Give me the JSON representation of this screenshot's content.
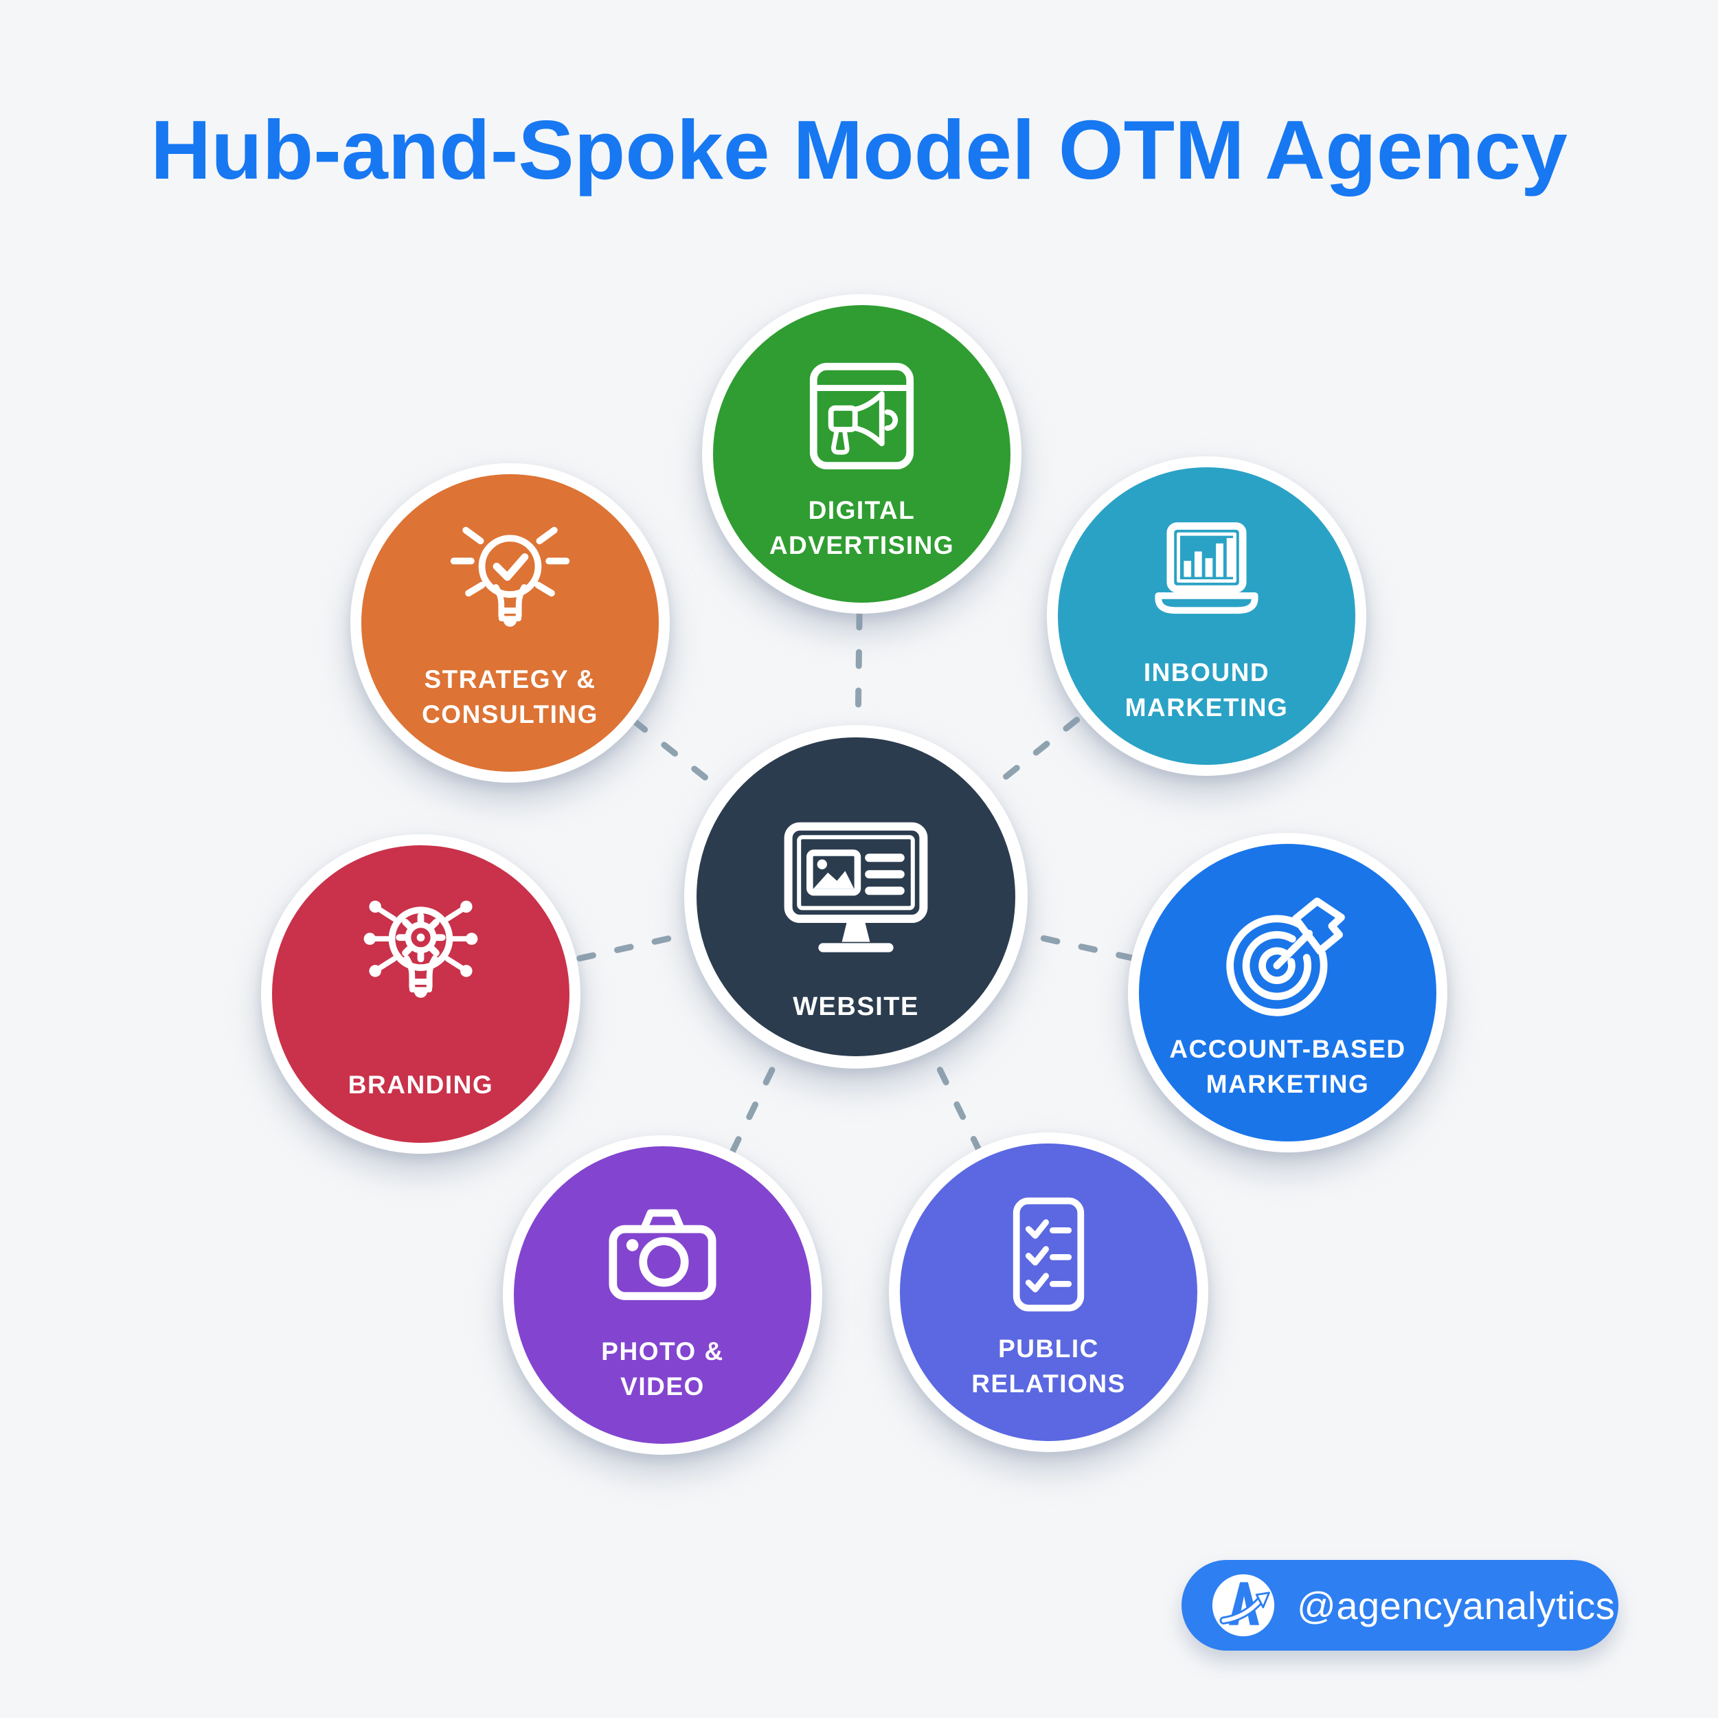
{
  "title": {
    "text": "Hub-and-Spoke Model OTM Agency",
    "color": "#1778f2"
  },
  "hub": {
    "label": "WEBSITE",
    "color": "#2b3c4e",
    "icon": "desktop-monitor-website-icon"
  },
  "spokes": [
    {
      "name": "digital-advertising",
      "line1": "DIGITAL",
      "line2": "ADVERTISING",
      "color": "#2f9d31",
      "icon": "browser-megaphone-icon"
    },
    {
      "name": "inbound-marketing",
      "line1": "INBOUND",
      "line2": "MARKETING",
      "color": "#2aa2c5",
      "icon": "laptop-bar-chart-icon"
    },
    {
      "name": "account-based-marketing",
      "line1": "ACCOUNT-BASED",
      "line2": "MARKETING",
      "color": "#1a75e9",
      "icon": "target-dart-icon"
    },
    {
      "name": "public-relations",
      "line1": "PUBLIC",
      "line2": "RELATIONS",
      "color": "#5b68e1",
      "icon": "checklist-icon"
    },
    {
      "name": "photo-video",
      "line1": "PHOTO &",
      "line2": "VIDEO",
      "color": "#8345cf",
      "icon": "camera-icon"
    },
    {
      "name": "branding",
      "line1": "BRANDING",
      "line2": "",
      "color": "#c9324a",
      "icon": "lightbulb-gear-network-icon"
    },
    {
      "name": "strategy-consulting",
      "line1": "STRATEGY &",
      "line2": "CONSULTING",
      "color": "#dd7334",
      "icon": "lightbulb-check-icon"
    }
  ],
  "badge": {
    "handle": "@agencyanalytics",
    "color": "#2e7ff1",
    "logo": "agencyanalytics-logo"
  },
  "connector_color": "#8fa2b0",
  "background": "#f5f6f8"
}
